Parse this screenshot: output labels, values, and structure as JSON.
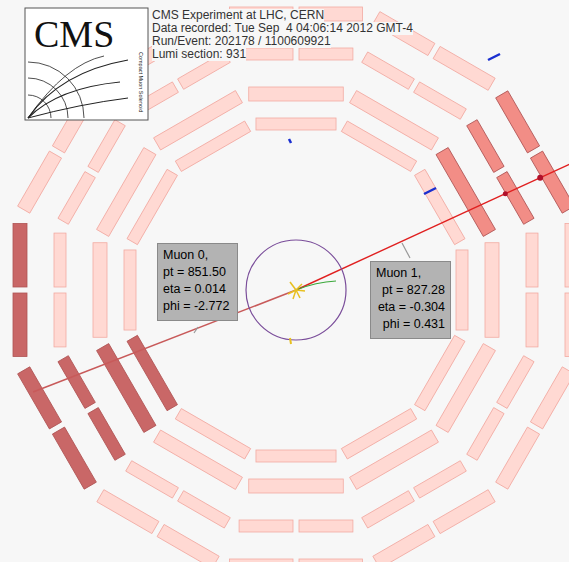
{
  "diagram": {
    "nodes": [
      {
        "text": [
          "Muon 0,",
          "pt = 851.50",
          "eta = 0.014",
          "phi = -2.772"
        ]
      },
      {
        "text": [
          "Muon 1,",
          "pt = 827.28",
          "eta = -0.304",
          "phi = 0.431"
        ]
      }
    ],
    "labels": [
      "CMS",
      "Compact Muon Solenoid",
      "CMS Experiment at LHC, CERN",
      "Data recorded: Tue Sep  4 04:06:14 2012 GMT-4",
      "Run/Event: 202178 / 1100609921",
      "Lumi section: 931"
    ]
  }
}
